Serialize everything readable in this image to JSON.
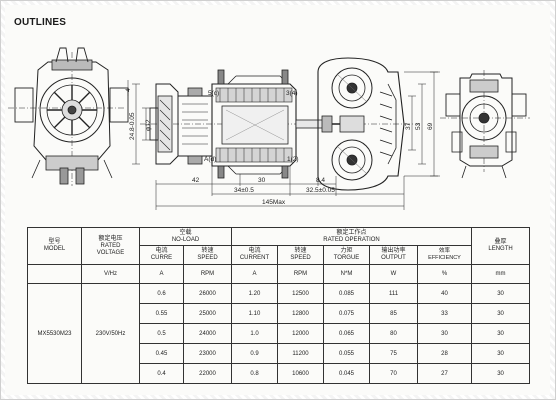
{
  "page": {
    "title": "OUTLINES"
  },
  "dimensions": {
    "d1": "4",
    "d2": "24.8-0.05",
    "d3": "φ12",
    "d4": "42",
    "d5": "30",
    "d6": "34±0.5",
    "d7": "8.4",
    "d8": "32.5±0.05",
    "d9": "145Max",
    "d10": "37",
    "d11": "53",
    "d12": "69"
  },
  "terminals": {
    "t1": "5(c)",
    "t2": "3(4)",
    "t3": "A(d)",
    "t4": "1(2)"
  },
  "table": {
    "col_model": "型号\nMODEL",
    "col_voltage": "额定电压\nRATED\nVOLTAGE",
    "col_noload": "空载\nNO-LOAD",
    "col_rated": "额定工作点\nRATED OPERATION",
    "col_length": "叠厚\nLENGTH",
    "sub_current": "电流\nCURRE",
    "sub_speed": "转速\nSPEED",
    "sub_rcurrent": "电流\nCURRENT",
    "sub_rspeed": "转速\nSPEED",
    "sub_torque": "力矩\nTORGUE",
    "sub_output": "输出功率\nOUTPUT",
    "sub_eff": "效率\nEFFICIENCY",
    "units": [
      "V/Hz",
      "A",
      "RPM",
      "A",
      "RPM",
      "N*M",
      "W",
      "%",
      "mm"
    ],
    "model": "MX5530M23",
    "voltage": "230V/50Hz",
    "rows": [
      [
        "0.6",
        "26000",
        "1.20",
        "12500",
        "0.085",
        "111",
        "40",
        "30"
      ],
      [
        "0.55",
        "25000",
        "1.10",
        "12800",
        "0.075",
        "85",
        "33",
        "30"
      ],
      [
        "0.5",
        "24000",
        "1.0",
        "12000",
        "0.065",
        "80",
        "30",
        "30"
      ],
      [
        "0.45",
        "23000",
        "0.9",
        "11200",
        "0.055",
        "75",
        "28",
        "30"
      ],
      [
        "0.4",
        "22000",
        "0.8",
        "10600",
        "0.045",
        "70",
        "27",
        "30"
      ]
    ]
  }
}
